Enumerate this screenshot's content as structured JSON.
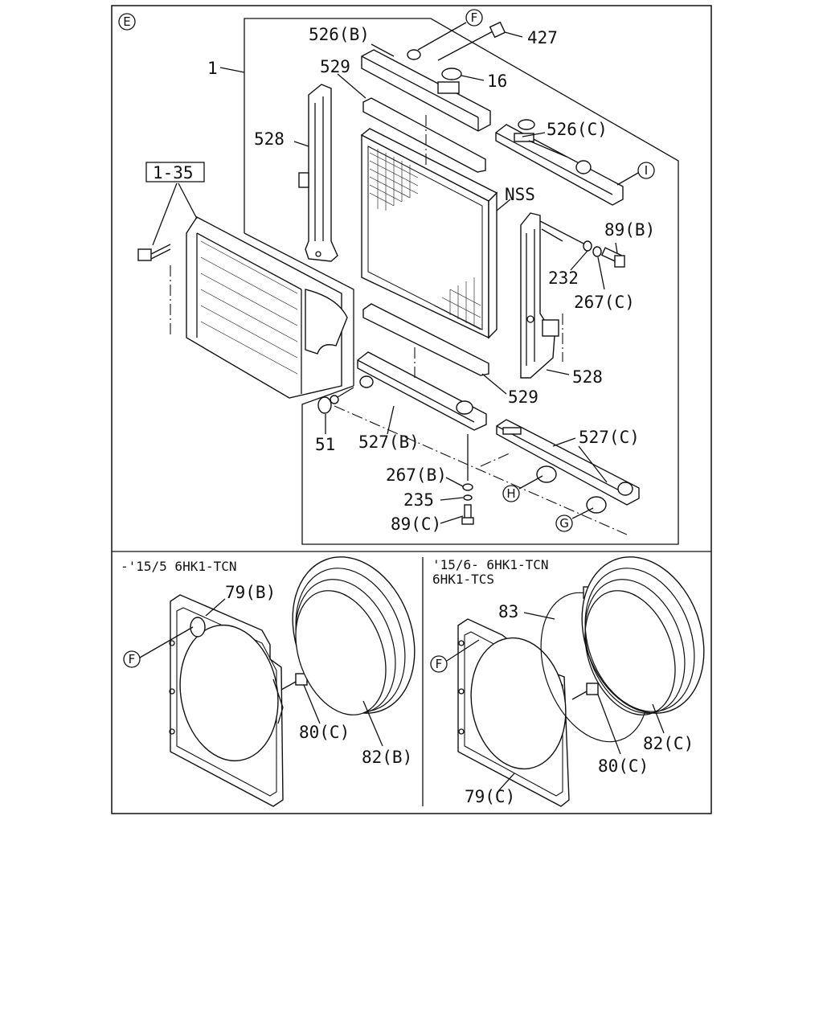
{
  "colors": {
    "ink": "#111111",
    "paper": "#ffffff"
  },
  "top_panel": {
    "marker": "E",
    "labels": {
      "p1": "1",
      "p1_35": "1-35",
      "p526b": "526(B)",
      "p529_top": "529",
      "p528_left": "528",
      "p427": "427",
      "p16": "16",
      "p526c": "526(C)",
      "pNSS": "NSS",
      "p89b": "89(B)",
      "p232": "232",
      "p267c": "267(C)",
      "p528_right": "528",
      "p529_bottom": "529",
      "p51": "51",
      "p527b": "527(B)",
      "p527c": "527(C)",
      "p267b": "267(B)",
      "p235": "235",
      "p89c": "89(C)"
    },
    "circle_refs": {
      "F": "F",
      "I": "I",
      "H": "H",
      "G": "G"
    }
  },
  "left_panel": {
    "header": "-'15/5  6HK1-TCN",
    "labels": {
      "p79b": "79(B)",
      "p80c": "80(C)",
      "p82b": "82(B)"
    },
    "circle_ref": "F"
  },
  "right_panel": {
    "header_line1": "'15/6-  6HK1-TCN",
    "header_line2": "6HK1-TCS",
    "labels": {
      "p83": "83",
      "p82c": "82(C)",
      "p80c": "80(C)",
      "p79c": "79(C)"
    },
    "circle_ref": "F"
  }
}
